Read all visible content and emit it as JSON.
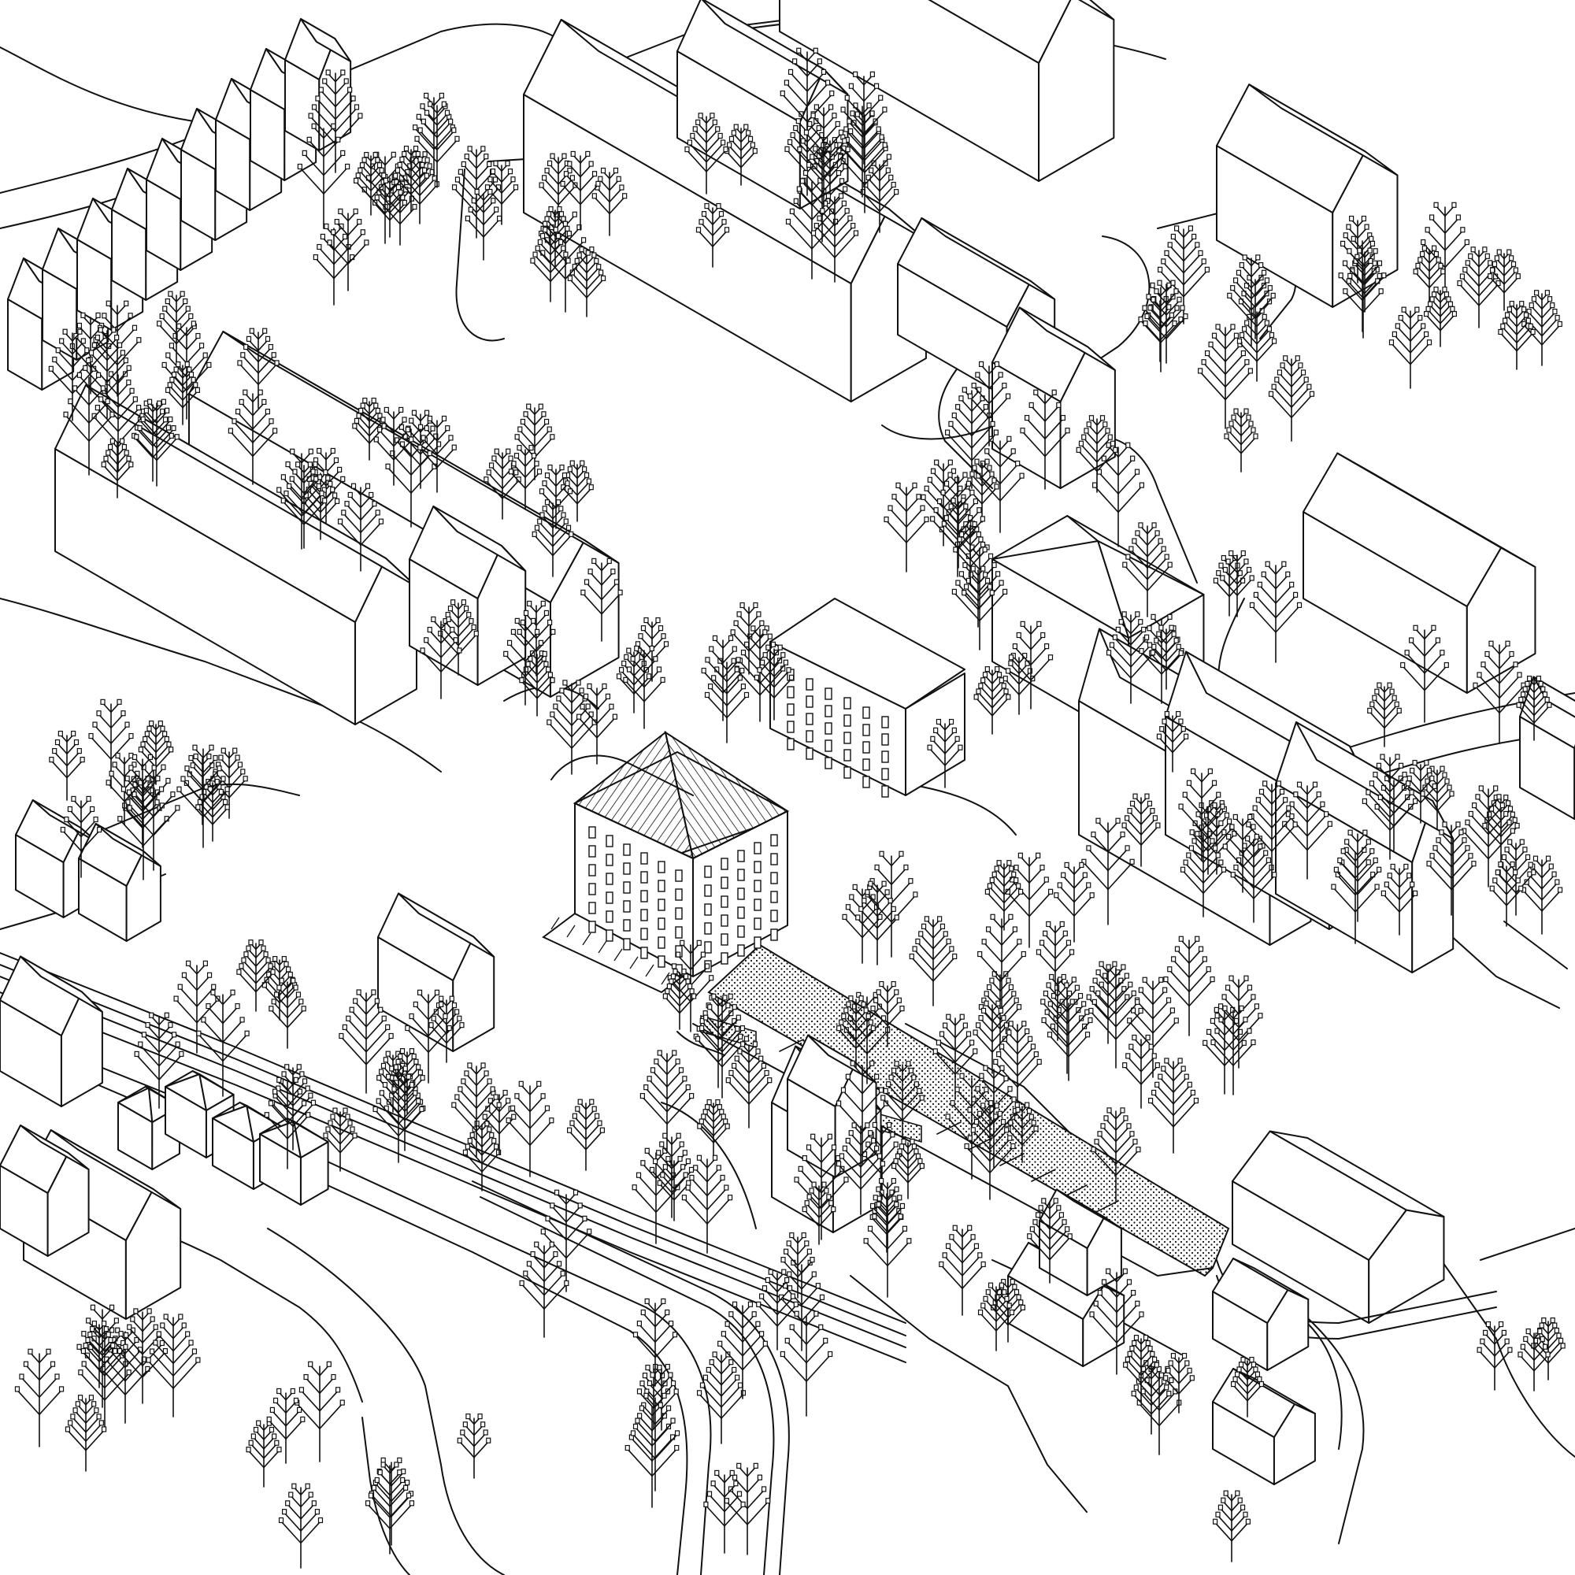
{
  "drawing": {
    "colors": {
      "line": "#111111",
      "background": "#ffffff"
    },
    "contents": [
      "isometric-buildings",
      "trees",
      "streets",
      "rail-tracks",
      "parking-area",
      "highlighted-tower"
    ]
  }
}
